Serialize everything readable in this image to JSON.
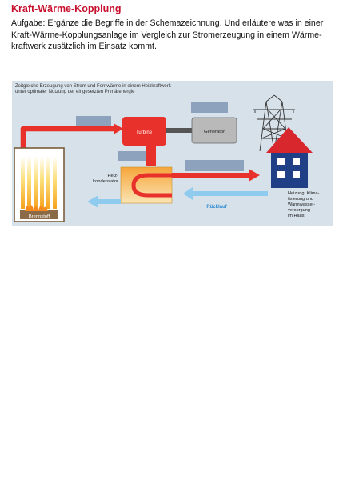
{
  "heading": "Kraft-Wärme-Kopplung",
  "task": "Aufgabe: Ergänze die Begriffe in der Schemazeichnung. Und erläutere was in einer Kraft-Wärme-Kopplungsanlage im Vergleich zur Stromerzeugung in einem Wärme-kraftwerk zusätzlich im Einsatz kommt.",
  "diagram": {
    "caption_line1": "Zeitgleiche Erzeugung von Strom und Fernwärme in einem Heizkraftwerk",
    "caption_line2": "unter optimaler Nutzung der eingesetzten Primärenergie",
    "turbine": "Turbine",
    "generator": "Generator",
    "condenser_line1": "Heiz-",
    "condenser_line2": "kondensator",
    "fuel": "Brennstoff",
    "return_flow": "Rücklauf",
    "house_line1": "Heizung, Klima-",
    "house_line2": "tisierung und",
    "house_line3": "Warmwasser-",
    "house_line4": "versorgung",
    "house_line5": "im Haus",
    "colors": {
      "red_pipe": "#e8312a",
      "blue_pipe": "#8fcbef",
      "background": "#d7e1ea",
      "blank_label": "#8da2bc",
      "house_roof": "#d9272e",
      "house_body": "#1f3f86"
    }
  }
}
